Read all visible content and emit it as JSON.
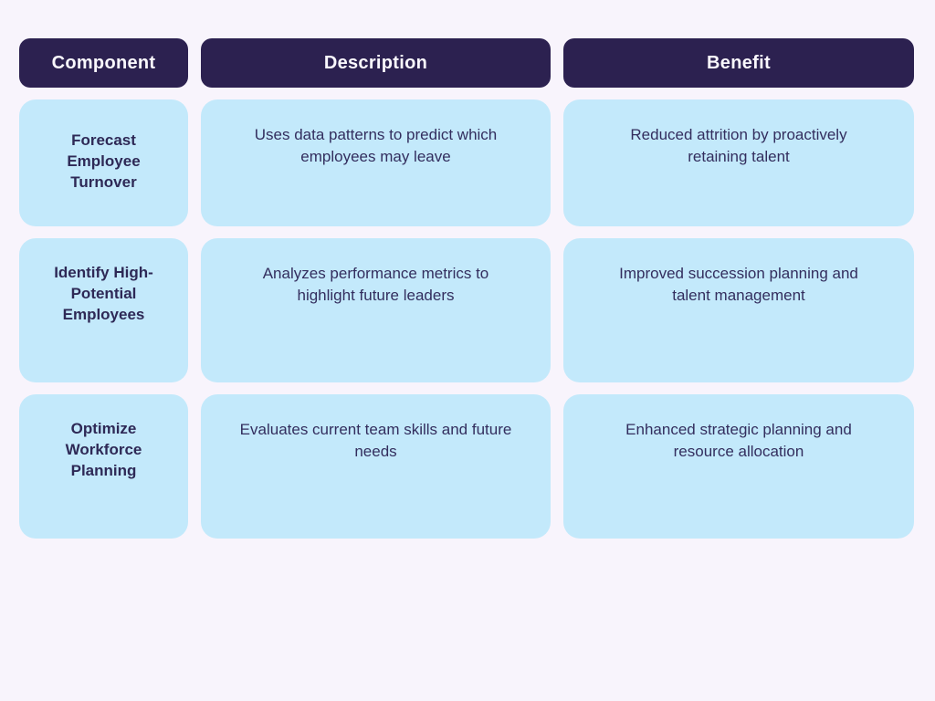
{
  "colors": {
    "page_background": "#f8f4fc",
    "header_background": "#2c2150",
    "header_text": "#faf8fd",
    "cell_background": "#c3e9fb",
    "cell_text": "#332e5e"
  },
  "table": {
    "headers": [
      "Component",
      "Description",
      "Benefit"
    ],
    "rows": [
      {
        "component": "Forecast Employee Turnover",
        "description": "Uses data patterns to predict which employees may leave",
        "benefit": "Reduced attrition by proactively retaining talent"
      },
      {
        "component": "Identify High-Potential Employees",
        "description": "Analyzes performance metrics to highlight future leaders",
        "benefit": "Improved succession planning and talent management"
      },
      {
        "component": "Optimize Workforce Planning",
        "description": "Evaluates current team skills and future needs",
        "benefit": "Enhanced strategic planning and resource allocation"
      }
    ]
  },
  "chart_data": {
    "type": "table",
    "columns": [
      "Component",
      "Description",
      "Benefit"
    ],
    "rows": [
      [
        "Forecast Employee Turnover",
        "Uses data patterns to predict which employees may leave",
        "Reduced attrition by proactively retaining talent"
      ],
      [
        "Identify High-Potential Employees",
        "Analyzes performance metrics to highlight future leaders",
        "Improved succession planning and talent management"
      ],
      [
        "Optimize Workforce Planning",
        "Evaluates current team skills and future needs",
        "Enhanced strategic planning and resource allocation"
      ]
    ]
  }
}
